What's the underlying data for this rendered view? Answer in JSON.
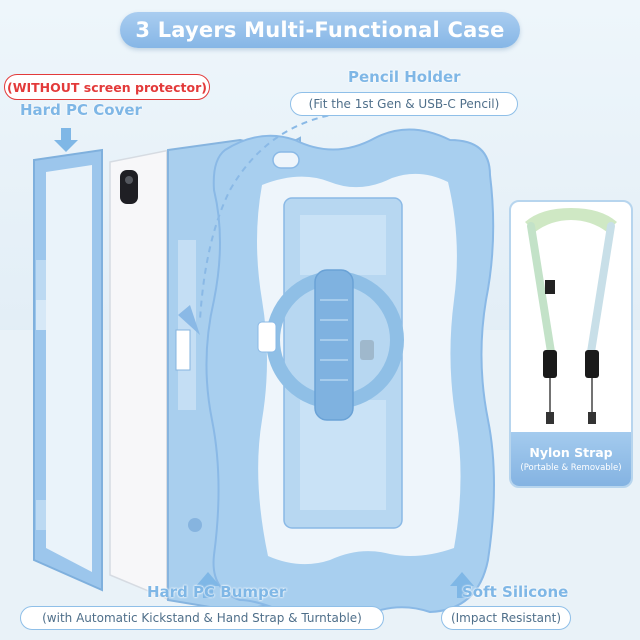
{
  "title": "3 Layers Multi-Functional Case",
  "warning": "(WITHOUT screen protector)",
  "hard_pc_cover": {
    "label": "Hard PC Cover"
  },
  "pencil_holder": {
    "label": "Pencil Holder",
    "note": "(Fit the 1st Gen & USB-C Pencil)"
  },
  "hard_pc_bumper": {
    "label": "Hard PC Bumper",
    "note": "(with Automatic Kickstand & Hand Strap & Turntable)"
  },
  "soft_silicone": {
    "label": "Soft Silicone",
    "note": "(Impact Resistant)"
  },
  "nylon_strap": {
    "label": "Nylon Strap",
    "note": "(Portable & Removable)"
  },
  "colors": {
    "accent": "#8ab9e6",
    "case_blue": "#a9cfee",
    "warning_red": "#e33a3a"
  }
}
